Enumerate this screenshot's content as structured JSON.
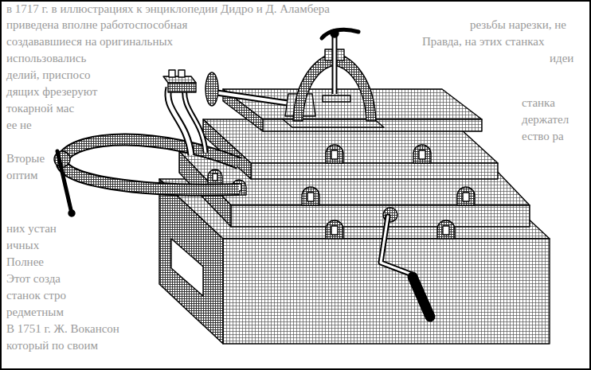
{
  "diagram": {
    "labels": [
      "в 1717 г. в иллюстрациях к энциклопедии Дидро и Д. Аламбера",
      "приведена вполне работоспособная",
      "резьбы нарезки, не",
      "создававшиеся на оригинальных",
      "Правда, на этих станках",
      "использовались",
      "идеи",
      "делий, приспосо",
      "дящих фрезеруют",
      "токарной мас",
      "ее не",
      "станка",
      "держател",
      "ество ра",
      "Вторые",
      "оптим",
      "них устан",
      "ичных",
      "Полнее",
      "Этот созда",
      "станок стро",
      "редметным",
      "В 1751 г. Ж. Вокансон",
      "который по своим"
    ]
  }
}
